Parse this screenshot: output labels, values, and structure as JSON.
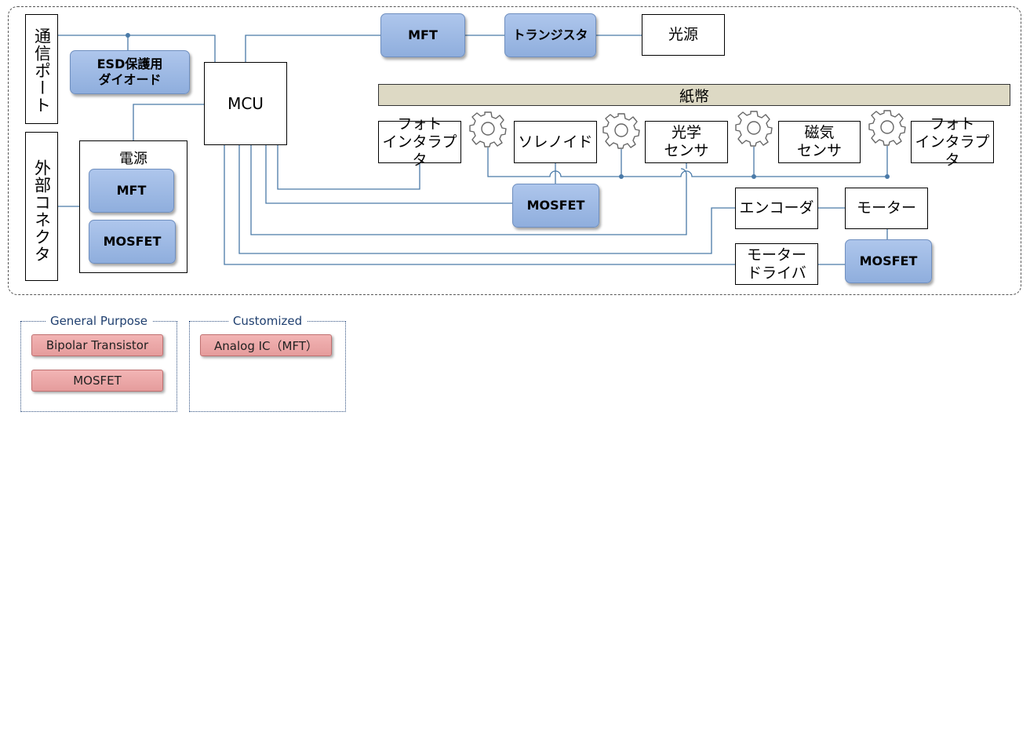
{
  "left_blocks": {
    "comm_port": "通信ポート",
    "ext_connector": "外部コネクタ",
    "esd_diode": "ESD保護用\nダイオード",
    "power_title": "電源",
    "power_mft": "MFT",
    "power_mosfet": "MOSFET"
  },
  "mcu": "MCU",
  "top_chain": {
    "mft": "MFT",
    "transistor": "トランジスタ",
    "light_source": "光源"
  },
  "paper": "紙幣",
  "sensors": {
    "photo_interrupter_left": "フォト\nインタラプタ",
    "solenoid": "ソレノイド",
    "optical_sensor": "光学\nセンサ",
    "magnetic_sensor": "磁気\nセンサ",
    "photo_interrupter_right": "フォト\nインタラプタ"
  },
  "drive": {
    "mosfet_middle": "MOSFET",
    "encoder": "エンコーダ",
    "motor": "モーター",
    "motor_driver": "モーター\nドライバ",
    "mosfet_right": "MOSFET"
  },
  "legend": {
    "general_title": "General Purpose",
    "general_items": [
      "Bipolar Transistor",
      "MOSFET"
    ],
    "custom_title": "Customized",
    "custom_items": [
      "Analog IC（MFT）"
    ]
  },
  "colors": {
    "wire": "#4a7aa8",
    "blue_block": "#9bb9e6",
    "pink_block": "#eca8a8",
    "paper": "#ddd9c4"
  }
}
